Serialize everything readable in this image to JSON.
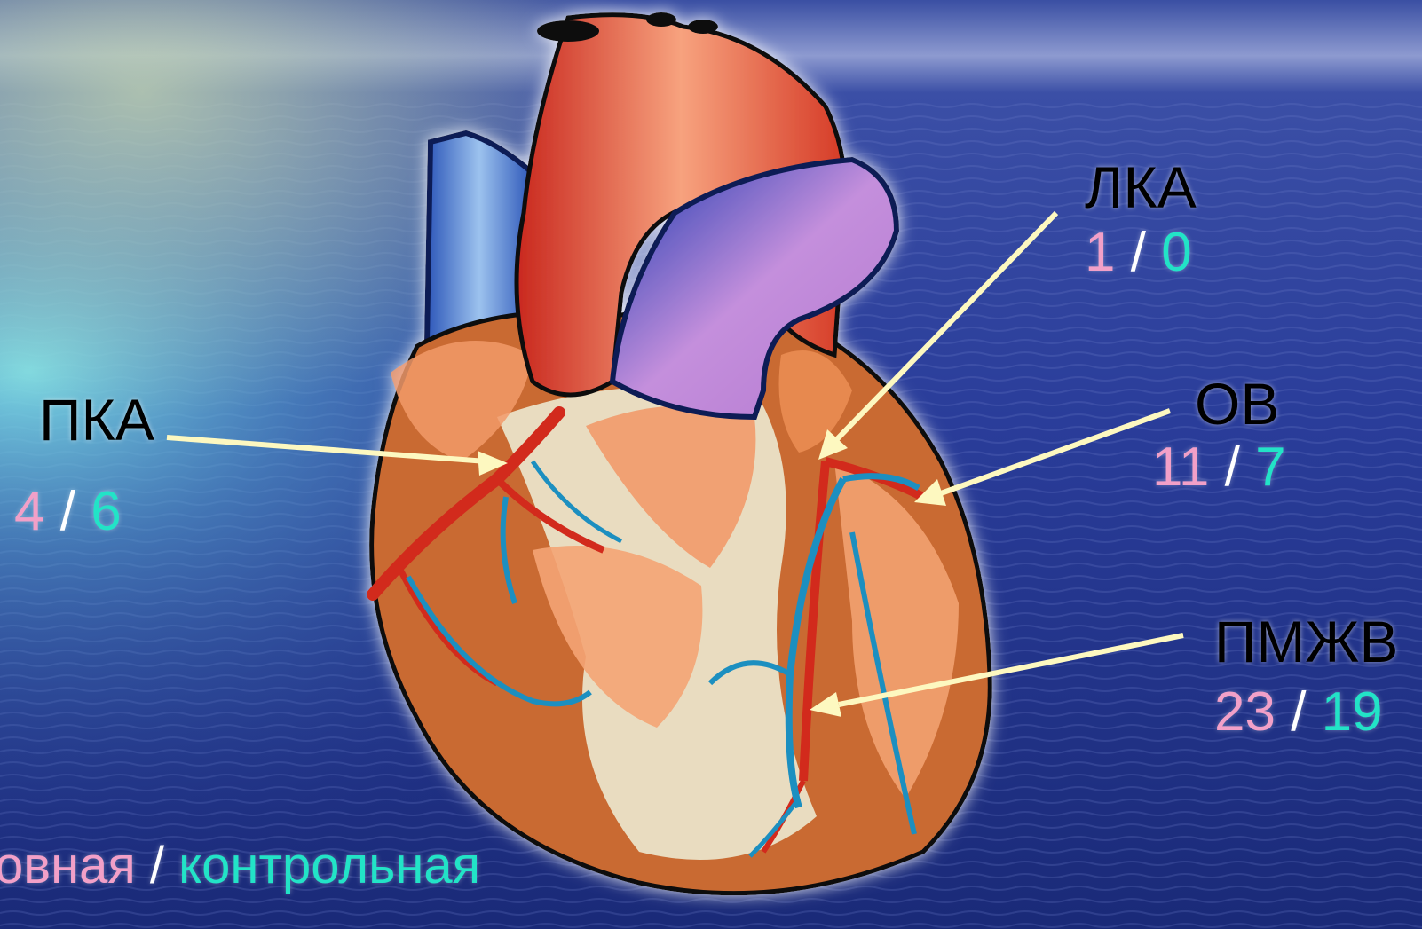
{
  "colors": {
    "main_group": "#f2a0c8",
    "control_group": "#22e3c7",
    "separator": "#ffffff",
    "label": "#000000",
    "pointer": "#fdf8c0"
  },
  "icons": [
    "heart-illustration",
    "arrow-pointer"
  ],
  "vessels": {
    "lka": {
      "name": "ЛКА",
      "main": "1",
      "sep": "/",
      "control": "0"
    },
    "pka": {
      "name": "ПКА",
      "main": "4",
      "sep": "/",
      "control": "6"
    },
    "ov": {
      "name": "ОВ",
      "main": "11",
      "sep": "/",
      "control": "7"
    },
    "pmzhv": {
      "name": "ПМЖВ",
      "main": "23",
      "sep": "/",
      "control": "19"
    }
  },
  "legend": {
    "main": "овная",
    "sep": "/",
    "control": "контрольная"
  }
}
